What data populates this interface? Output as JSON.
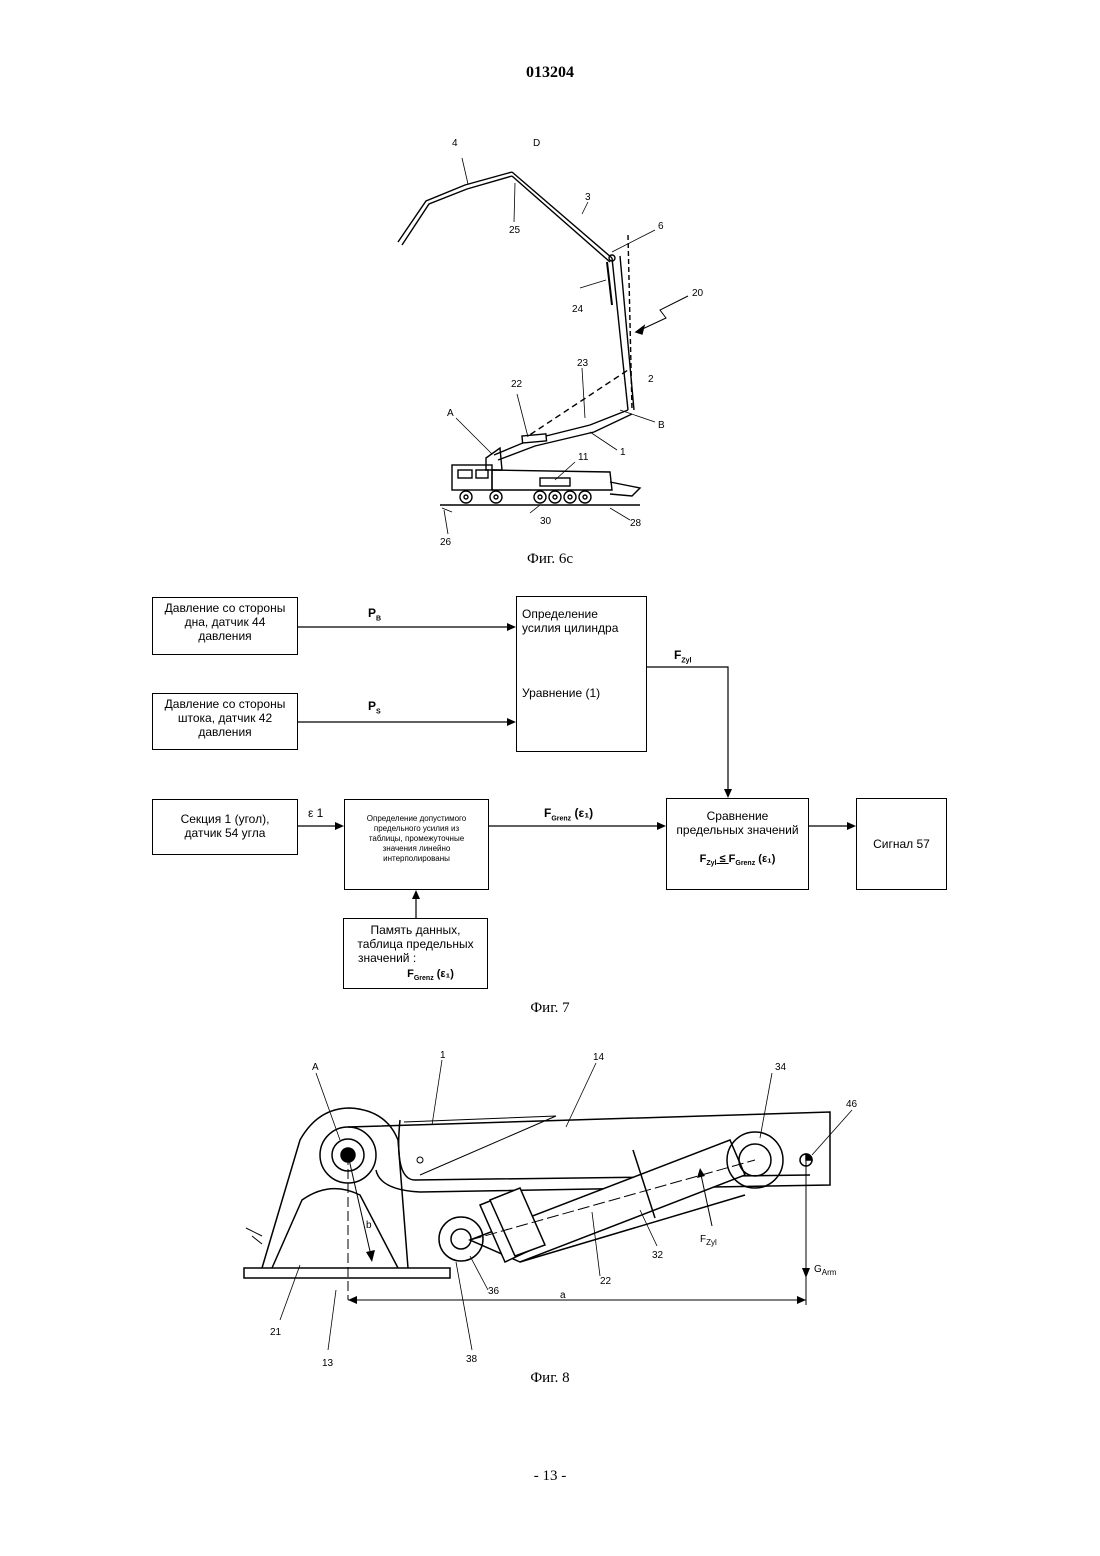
{
  "header": {
    "doc_number": "013204"
  },
  "figure6c": {
    "caption": "Фиг. 6c",
    "labels": {
      "l4": "4",
      "lD": "D",
      "l3": "3",
      "l25": "25",
      "l6": "6",
      "l20": "20",
      "l24": "24",
      "l23": "23",
      "l2": "2",
      "l22": "22",
      "lA": "A",
      "lB": "B",
      "l1": "1",
      "l11": "11",
      "l26": "26",
      "l30": "30",
      "l28": "28"
    }
  },
  "figure7": {
    "caption": "Фиг. 7",
    "boxes": {
      "pressure_bottom": [
        "Давление со стороны",
        "дна, датчик 44",
        "давления"
      ],
      "pressure_rod": [
        "Давление со стороны",
        "штока, датчик 42",
        "давления"
      ],
      "cyl_force": [
        "Определение",
        "усилия цилиндра"
      ],
      "equation": "Уравнение (1)",
      "angle_sensor": [
        "Секция 1 (угол),",
        "датчик 54 угла"
      ],
      "limit_lookup": [
        "Определение допустимого",
        "предельного усилия из",
        "таблицы, промежуточные",
        "значения линейно",
        "интерполированы"
      ],
      "compare": [
        "Сравнение",
        "предельных значений"
      ],
      "compare_formula": {
        "lhs": "F",
        "lhs_sub": "Zyl",
        "op": " ≤ ",
        "rhs": "F",
        "rhs_sub": "Grenz",
        "rhs_arg": " (ε₁)"
      },
      "signal": "Сигнал 57",
      "memory": [
        "Память данных,",
        "таблица предельных",
        "значений :"
      ],
      "memory_formula": {
        "f": "F",
        "sub": "Grenz",
        "arg": " (ε₁)"
      }
    },
    "arrow_labels": {
      "pb": {
        "p": "P",
        "sub": "B"
      },
      "ps": {
        "p": "P",
        "sub": "S"
      },
      "eps": "ε 1",
      "fzyl": {
        "f": "F",
        "sub": "Zyl"
      },
      "fgrenz": {
        "f": "F",
        "sub": "Grenz",
        "arg": " (ε₁)"
      }
    }
  },
  "figure8": {
    "caption": "Фиг. 8",
    "labels": {
      "lA": "A",
      "l1": "1",
      "l14": "14",
      "l34": "34",
      "l46": "46",
      "lb": "b",
      "l36": "36",
      "l22": "22",
      "l32": "32",
      "lFzyl": "F",
      "lFzyl_sub": "Zyl",
      "lG": "G",
      "lG_sub": "Arm",
      "l21": "21",
      "l13": "13",
      "l38": "38",
      "la": "a"
    }
  },
  "footer": {
    "page_number": "- 13 -"
  }
}
